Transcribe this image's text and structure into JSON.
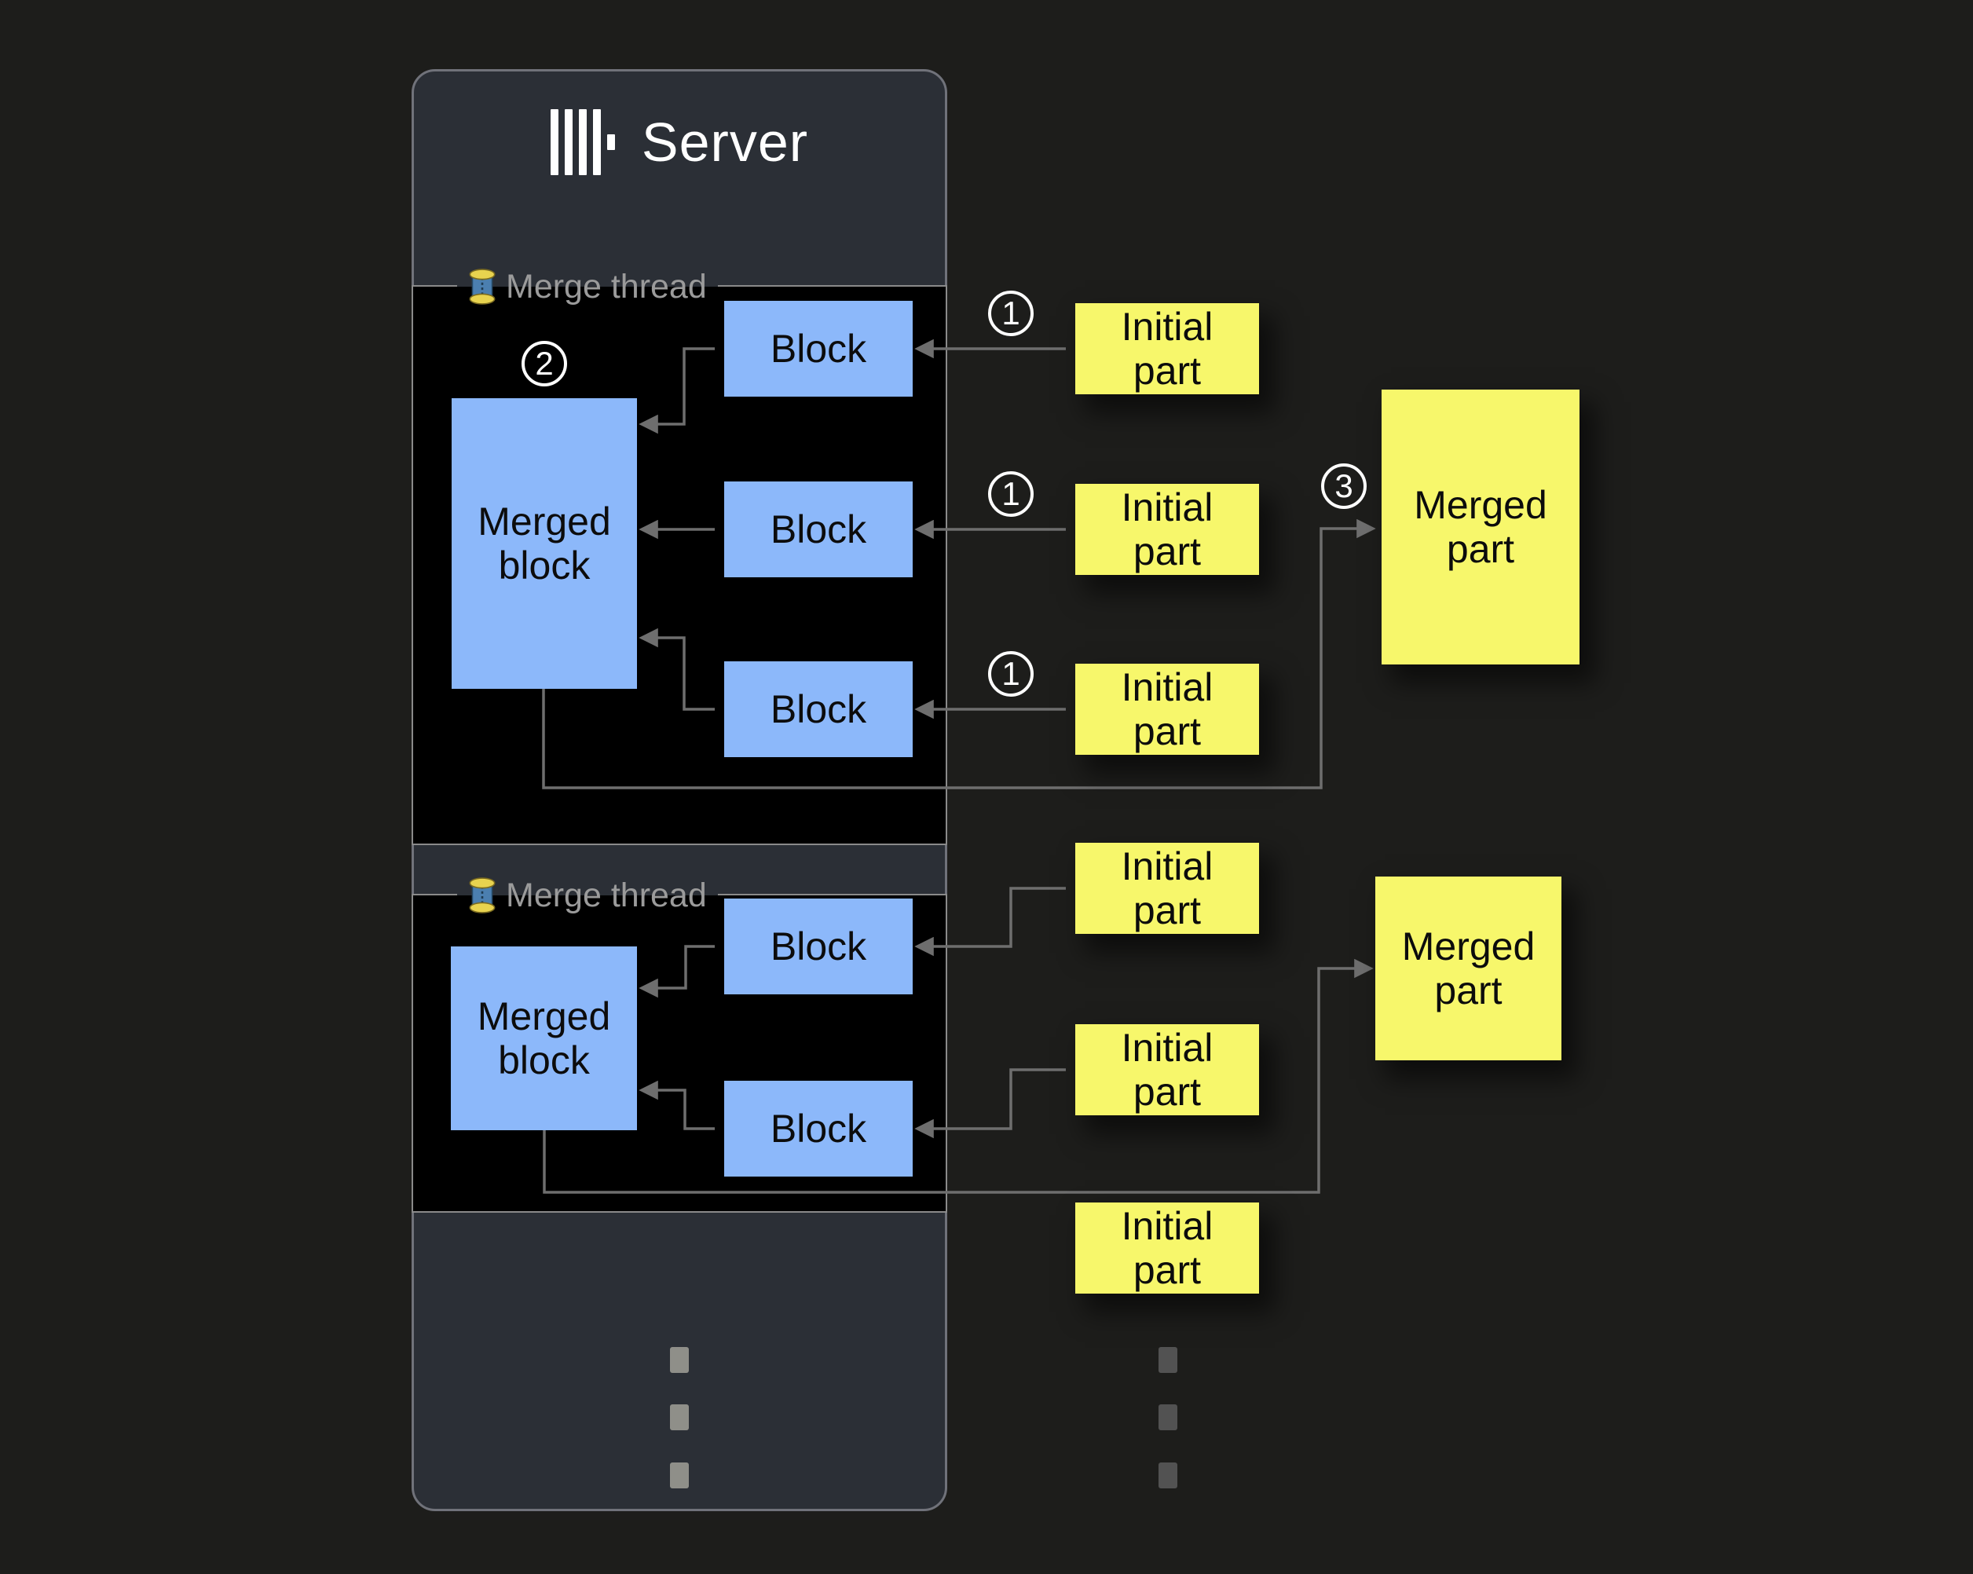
{
  "title": "Server",
  "icons": {
    "logo": "clickhouse-bars-logo",
    "thread": "thread-spool-icon",
    "more": "vertical-ellipsis"
  },
  "colors": {
    "background": "#1d1d1b",
    "panel": "#2b2f36",
    "panel_border": "#70727a",
    "thread_section": "#000000",
    "section_border": "#8a8a8a",
    "block_fill": "#8cb8fa",
    "part_fill": "#f7f76b",
    "wire": "#6e6e6e",
    "legend_text": "#9b9b9b",
    "title_text": "#ffffff",
    "box_text": "#0c0c0c"
  },
  "threads": [
    {
      "legend": "Merge thread",
      "step_badge": "2",
      "merged_block": "Merged\nblock",
      "blocks": [
        "Block",
        "Block",
        "Block"
      ]
    },
    {
      "legend": "Merge thread",
      "merged_block": "Merged\nblock",
      "blocks": [
        "Block",
        "Block"
      ]
    }
  ],
  "parts": {
    "group1": {
      "initial": [
        {
          "label": "Initial\npart",
          "badge": "1"
        },
        {
          "label": "Initial\npart",
          "badge": "1"
        },
        {
          "label": "Initial\npart",
          "badge": "1"
        }
      ],
      "merged": {
        "label": "Merged\npart",
        "badge": "3"
      }
    },
    "group2": {
      "initial": [
        {
          "label": "Initial\npart"
        },
        {
          "label": "Initial\npart"
        },
        {
          "label": "Initial\npart"
        }
      ],
      "merged": {
        "label": "Merged\npart"
      }
    }
  }
}
